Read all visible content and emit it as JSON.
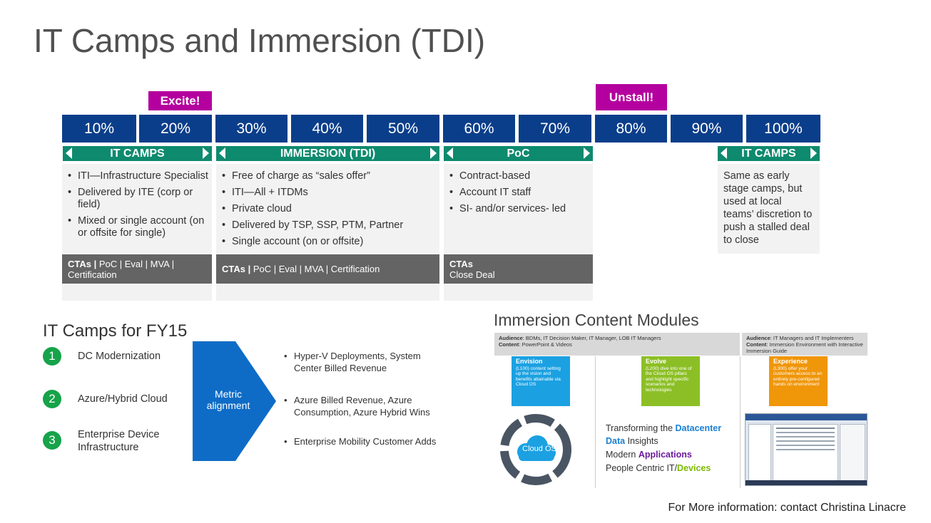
{
  "title": "IT Camps and Immersion (TDI)",
  "badges": {
    "excite": "Excite!",
    "unstall": "Unstall!"
  },
  "percentages": [
    "10%",
    "20%",
    "30%",
    "40%",
    "50%",
    "60%",
    "70%",
    "80%",
    "90%",
    "100%"
  ],
  "phases": {
    "it_camps": "IT CAMPS",
    "immersion": "IMMERSION (TDI)",
    "poc": "PoC",
    "it_camps_late": "IT CAMPS"
  },
  "panels": {
    "it_camps": [
      "ITI—Infrastructure Specialist",
      "Delivered by ITE (corp or field)",
      "Mixed or single account (on or offsite for single)"
    ],
    "immersion": [
      "Free of charge as “sales offer”",
      "ITI—All + ITDMs",
      "Private cloud",
      "Delivered by TSP, SSP, PTM, Partner",
      "Single account (on or offsite)"
    ],
    "poc": [
      "Contract-based",
      "Account IT staff",
      "SI- and/or services- led"
    ],
    "late_camps_text": "Same as early stage camps, but used at local teams’ discretion to push a stalled deal to close"
  },
  "ctas": {
    "it_camps_bold": "CTAs |",
    "it_camps_rest": " PoC | Eval | MVA | Certification",
    "immersion_bold": "CTAs |",
    "immersion_rest": " PoC | Eval | MVA | Certification",
    "poc_bold": "CTAs",
    "poc_rest": "Close Deal"
  },
  "camps_fy15": {
    "title": "IT Camps for FY15",
    "items": [
      {
        "num": "1",
        "label": "DC Modernization"
      },
      {
        "num": "2",
        "label": "Azure/Hybrid Cloud"
      },
      {
        "num": "3",
        "label": "Enterprise Device Infrastructure"
      }
    ],
    "metric": "Metric alignment",
    "metric_bullets": [
      "Hyper-V Deployments, System Center Billed Revenue",
      "Azure Billed Revenue, Azure Consumption, Azure Hybrid Wins",
      "Enterprise Mobility Customer Adds"
    ]
  },
  "immersion_modules": {
    "title": "Immersion Content Modules",
    "audience_left": {
      "audience_label": "Audience",
      "audience": ": BDMs, IT Decision Maker, IT Manager, LOB IT Managers",
      "content_label": "Content",
      "content": ": PowerPoint & Videos"
    },
    "audience_right": {
      "audience_label": "Audience",
      "audience": ": IT Managers and IT Implementers",
      "content_label": "Content",
      "content": ": Immersion Environment with Interactive Immersion Guide"
    },
    "modules": [
      {
        "name": "Envision",
        "text": "(L100) content setting up the vision and benefits attainable via Cloud OS",
        "color": "#1ba1e2"
      },
      {
        "name": "Evolve",
        "text": "(L200) dive into one of the Cloud OS pillars and highlight specific scenarios and technologies",
        "color": "#8cbf26"
      },
      {
        "name": "Experience",
        "text": "(L300) offer your customers access to an entirely pre-configured hands on environment",
        "color": "#f09609"
      }
    ],
    "cloud_label": "Cloud OS",
    "pillars": [
      {
        "pre": "Transforming the ",
        "hl": "Datacenter",
        "post": ""
      },
      {
        "pre": "",
        "hl": "Data",
        "post": " Insights"
      },
      {
        "pre": "Modern ",
        "hl": "Applications",
        "post": ""
      },
      {
        "pre": "People Centric IT/",
        "hl": "Devices",
        "post": ""
      }
    ]
  },
  "footer": "For More information:  contact Christina Linacre",
  "colors": {
    "navy": "#0b3e8a",
    "teal": "#0e8a6e",
    "magenta": "#b4009e",
    "cta_gray": "#646464",
    "green_num": "#16a34a",
    "metric_blue": "#0e6cc7"
  }
}
